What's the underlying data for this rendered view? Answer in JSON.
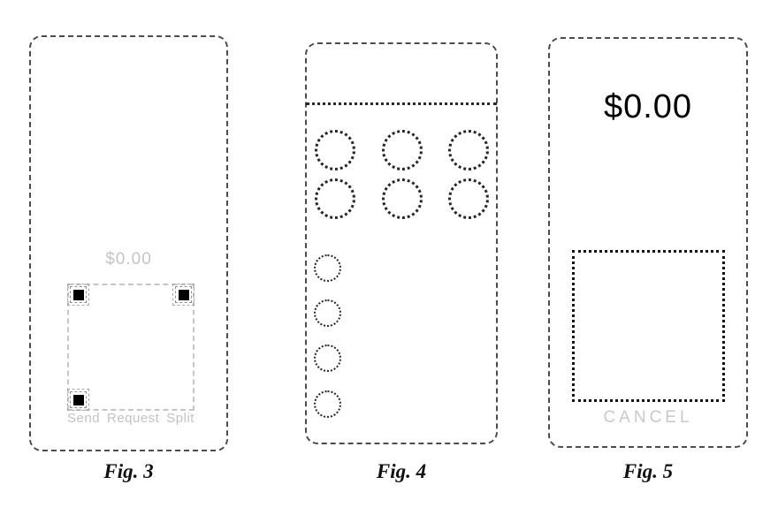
{
  "colors": {
    "frame_dash_gray": "#4c4c4c",
    "muted_display_text": "#c6c6c6",
    "ink_black": "#000000"
  },
  "figures": [
    {
      "caption": "Fig. 3",
      "balance": "$0.00",
      "actions": [
        "Send",
        "Request",
        "Split"
      ]
    },
    {
      "caption": "Fig. 4"
    },
    {
      "caption": "Fig. 5",
      "amount": "$0.00",
      "cancel_label": "CANCEL"
    }
  ]
}
